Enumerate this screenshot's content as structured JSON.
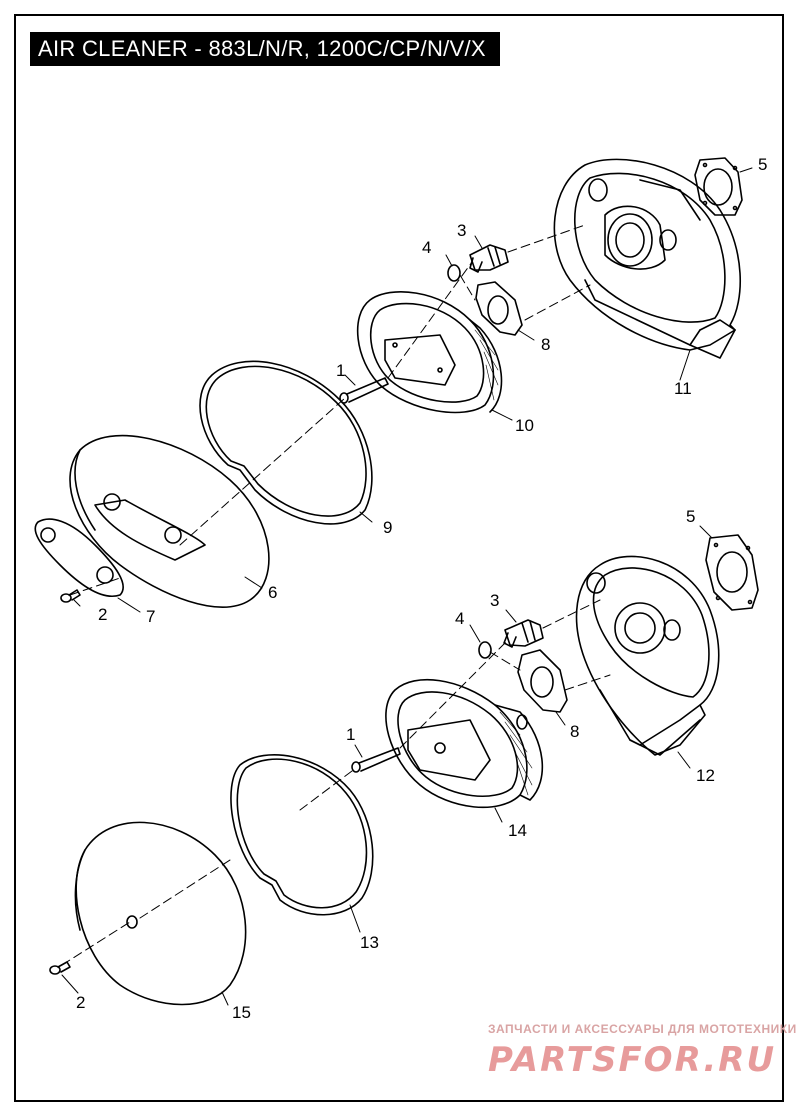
{
  "title": "AIR CLEANER - 883L/N/R, 1200C/CP/N/V/X",
  "callouts": {
    "top": {
      "c1": "1",
      "c2": "2",
      "c3": "3",
      "c4": "4",
      "c5": "5",
      "c6": "6",
      "c7": "7",
      "c8": "8",
      "c9": "9",
      "c10": "10",
      "c11": "11"
    },
    "bottom": {
      "c1": "1",
      "c2": "2",
      "c3": "3",
      "c4": "4",
      "c5": "5",
      "c8": "8",
      "c12": "12",
      "c13": "13",
      "c14": "14",
      "c15": "15"
    }
  },
  "watermark": {
    "tagline": "ЗАПЧАСТИ И АКСЕССУАРЫ ДЛЯ МОТОТЕХНИКИ",
    "logo": "PARTSFOR.RU"
  }
}
